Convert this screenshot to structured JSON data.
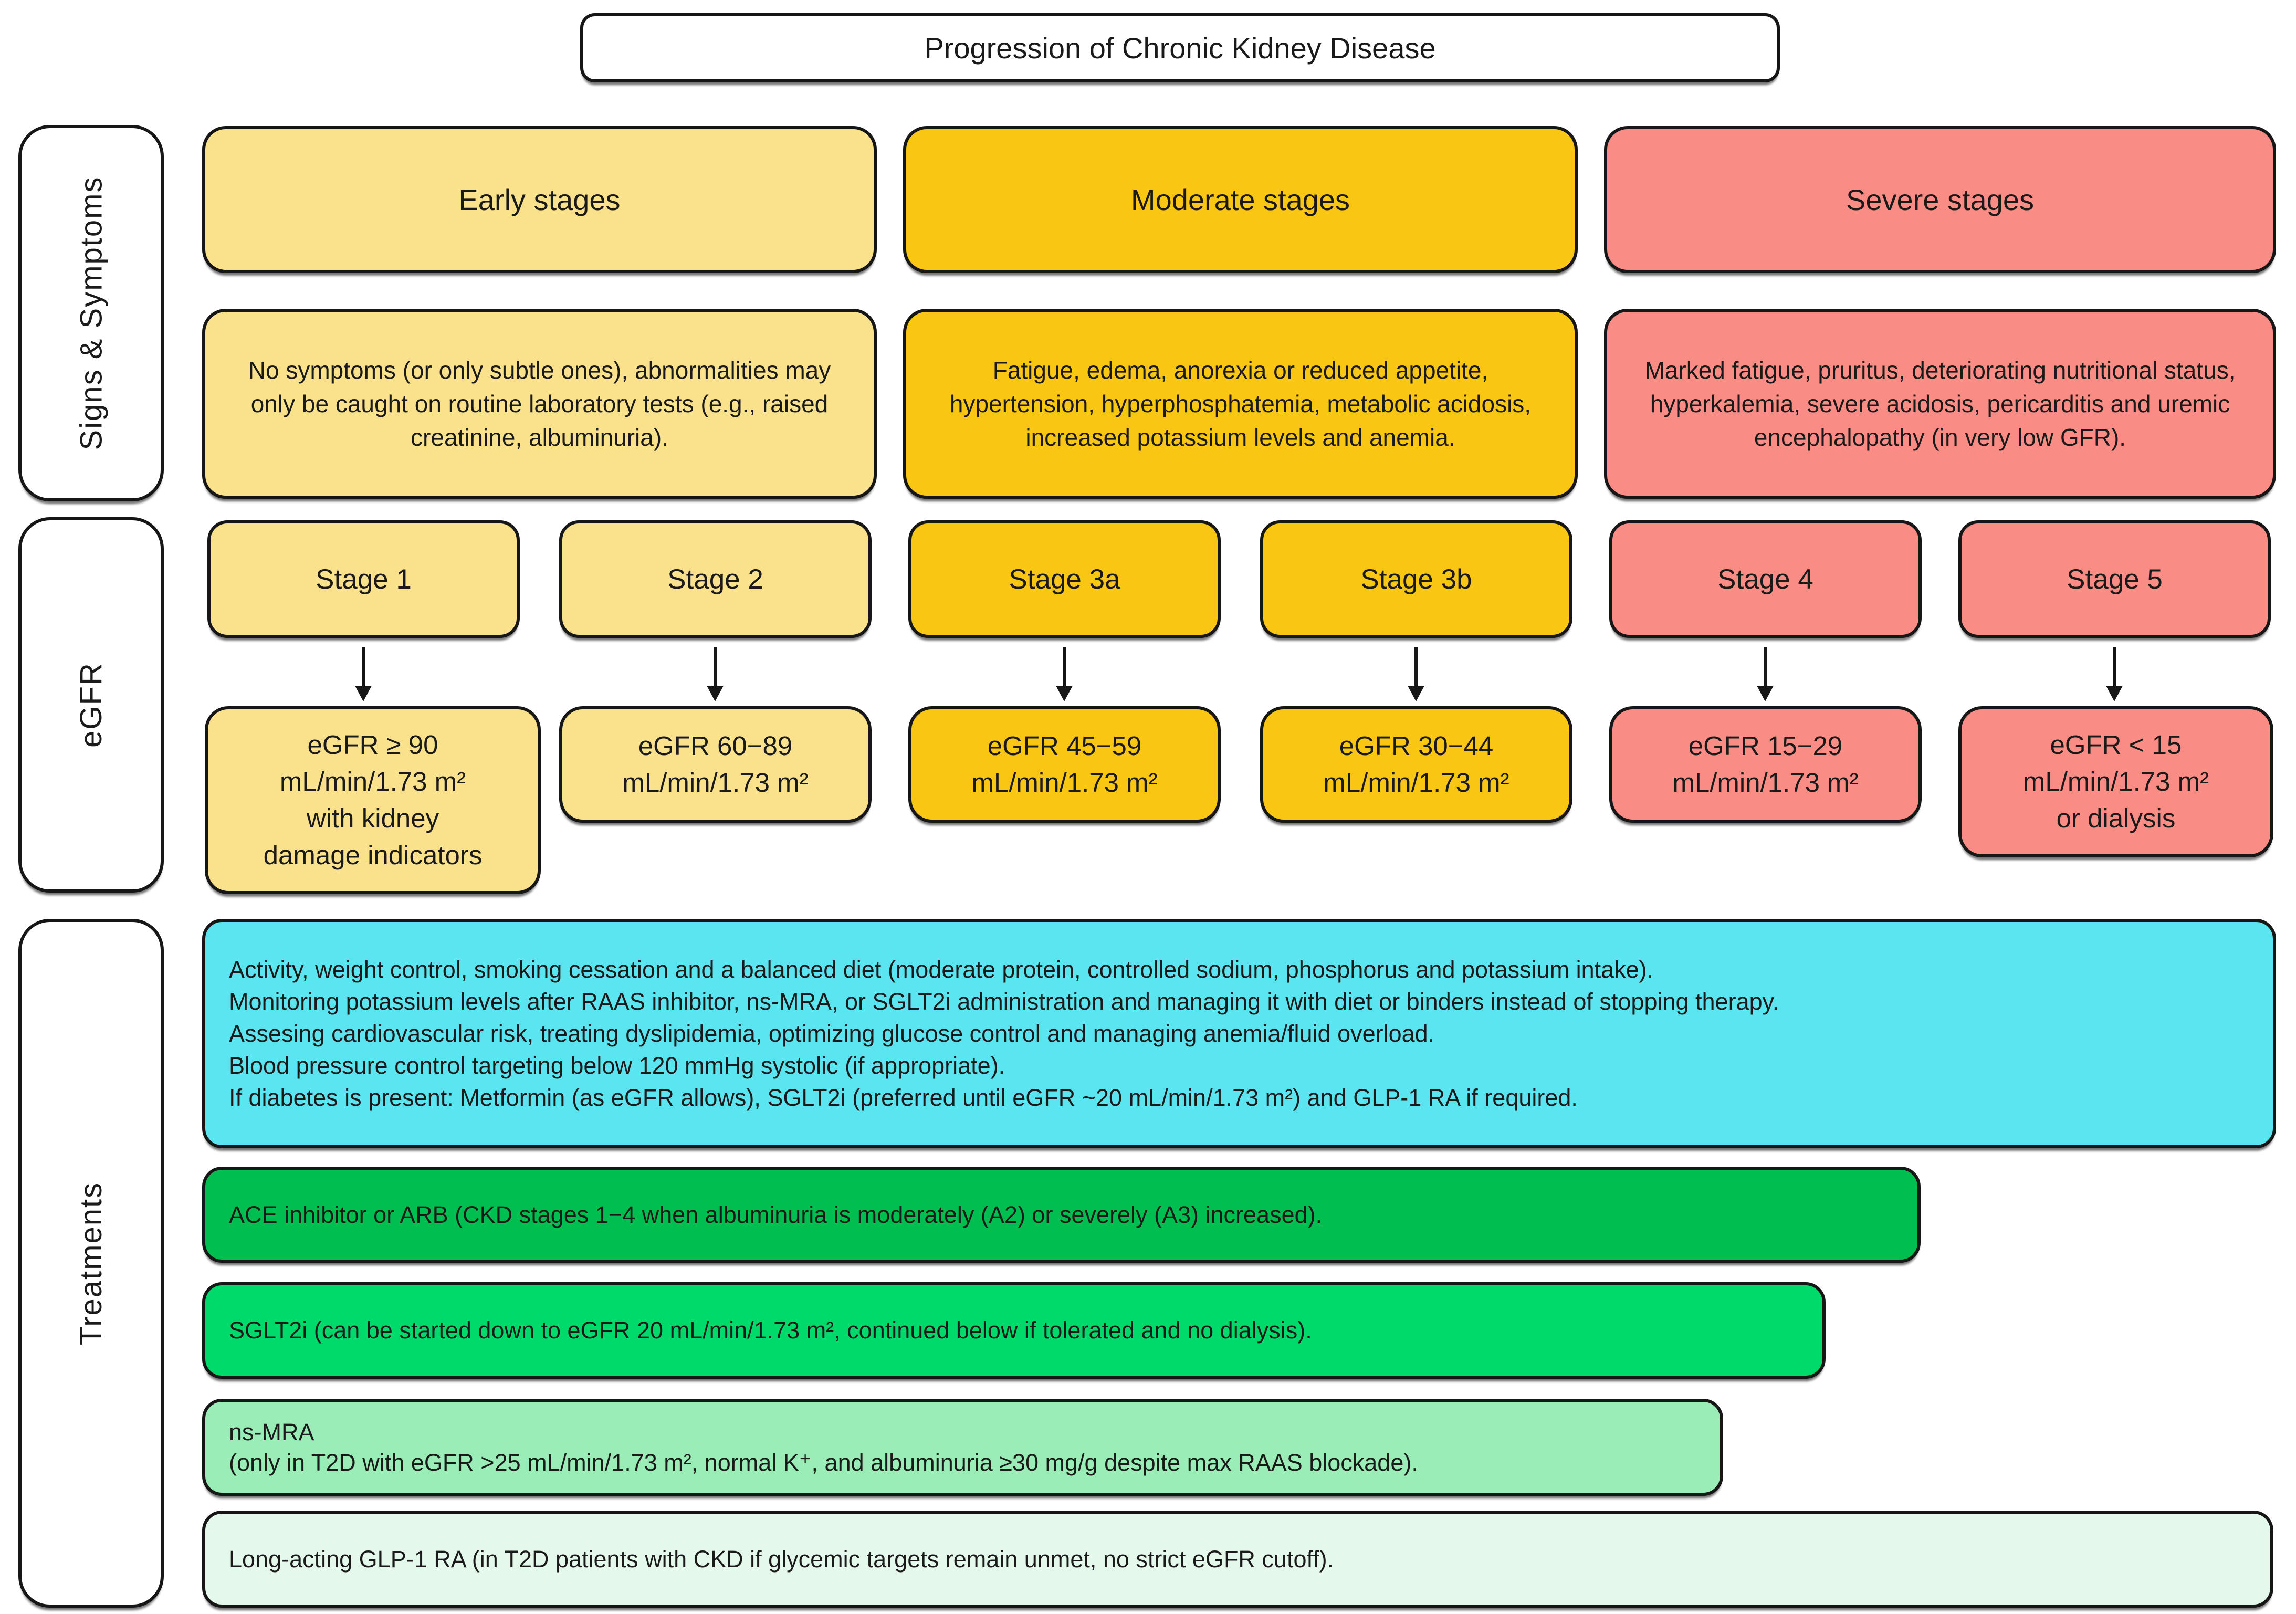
{
  "title": "Progression of Chronic Kidney Disease",
  "sidebar": {
    "signs_symptoms": "Signs & Symptoms",
    "egfr": "eGFR",
    "treatments": "Treatments"
  },
  "colors": {
    "early": "#FAE28C",
    "moderate": "#F9C713",
    "severe": "#F98D85",
    "general_care": "#5BE5F0",
    "ace_arb": "#00BE4F",
    "sglt2i": "#00DA6B",
    "ns_mra": "#9AEDB6",
    "glp1": "#E5F8EC",
    "box_background": "#FFFFFF",
    "border": "#161616"
  },
  "columns": [
    {
      "header": "Early stages",
      "symptoms": "No symptoms (or only subtle ones), abnormalities may only be caught on routine laboratory tests (e.g., raised creatinine, albuminuria)."
    },
    {
      "header": "Moderate stages",
      "symptoms": "Fatigue, edema, anorexia or reduced appetite, hypertension, hyperphosphatemia, metabolic acidosis, increased potassium levels and anemia."
    },
    {
      "header": "Severe stages",
      "symptoms": "Marked fatigue, pruritus, deteriorating nutritional status, hyperkalemia, severe acidosis, pericarditis and uremic encephalopathy (in very low GFR)."
    }
  ],
  "stages": [
    {
      "label": "Stage 1",
      "egfr_lines": [
        "eGFR ≥ 90",
        "mL/min/1.73 m²",
        "with kidney",
        "damage indicators"
      ]
    },
    {
      "label": "Stage 2",
      "egfr_lines": [
        "eGFR 60−89",
        "mL/min/1.73 m²"
      ]
    },
    {
      "label": "Stage 3a",
      "egfr_lines": [
        "eGFR 45−59",
        "mL/min/1.73 m²"
      ]
    },
    {
      "label": "Stage 3b",
      "egfr_lines": [
        "eGFR 30−44",
        "mL/min/1.73 m²"
      ]
    },
    {
      "label": "Stage 4",
      "egfr_lines": [
        "eGFR 15−29",
        "mL/min/1.73 m²"
      ]
    },
    {
      "label": "Stage 5",
      "egfr_lines": [
        "eGFR < 15",
        "mL/min/1.73 m²",
        "or dialysis"
      ]
    }
  ],
  "treatments": [
    {
      "name": "general-care",
      "lines": [
        "Activity, weight control, smoking cessation and a balanced diet (moderate protein, controlled sodium, phosphorus and potassium intake).",
        "Monitoring potassium levels after RAAS inhibitor, ns-MRA, or SGLT2i administration and managing it with diet or binders instead of stopping therapy.",
        "Assesing cardiovascular risk, treating dyslipidemia, optimizing glucose control and managing anemia/fluid overload.",
        "Blood pressure control targeting below 120 mmHg systolic (if appropriate).",
        "If diabetes is present: Metformin (as eGFR allows), SGLT2i (preferred until eGFR ~20 mL/min/1.73 m²) and GLP-1 RA if required."
      ]
    },
    {
      "name": "ace-inhibitor-arb",
      "lines": [
        "ACE inhibitor or ARB (CKD stages 1−4 when albuminuria is moderately (A2) or severely (A3) increased)."
      ]
    },
    {
      "name": "sglt2i",
      "lines": [
        "SGLT2i (can be started down to eGFR 20 mL/min/1.73 m², continued below if tolerated and no dialysis)."
      ]
    },
    {
      "name": "ns-mra",
      "lines": [
        "ns-MRA",
        "(only in T2D with eGFR >25 mL/min/1.73 m², normal K⁺, and albuminuria ≥30 mg/g despite max RAAS blockade)."
      ]
    },
    {
      "name": "long-acting-glp1-ra",
      "lines": [
        "Long-acting GLP-1 RA (in T2D patients with CKD if glycemic targets remain unmet, no strict eGFR cutoff)."
      ]
    }
  ]
}
